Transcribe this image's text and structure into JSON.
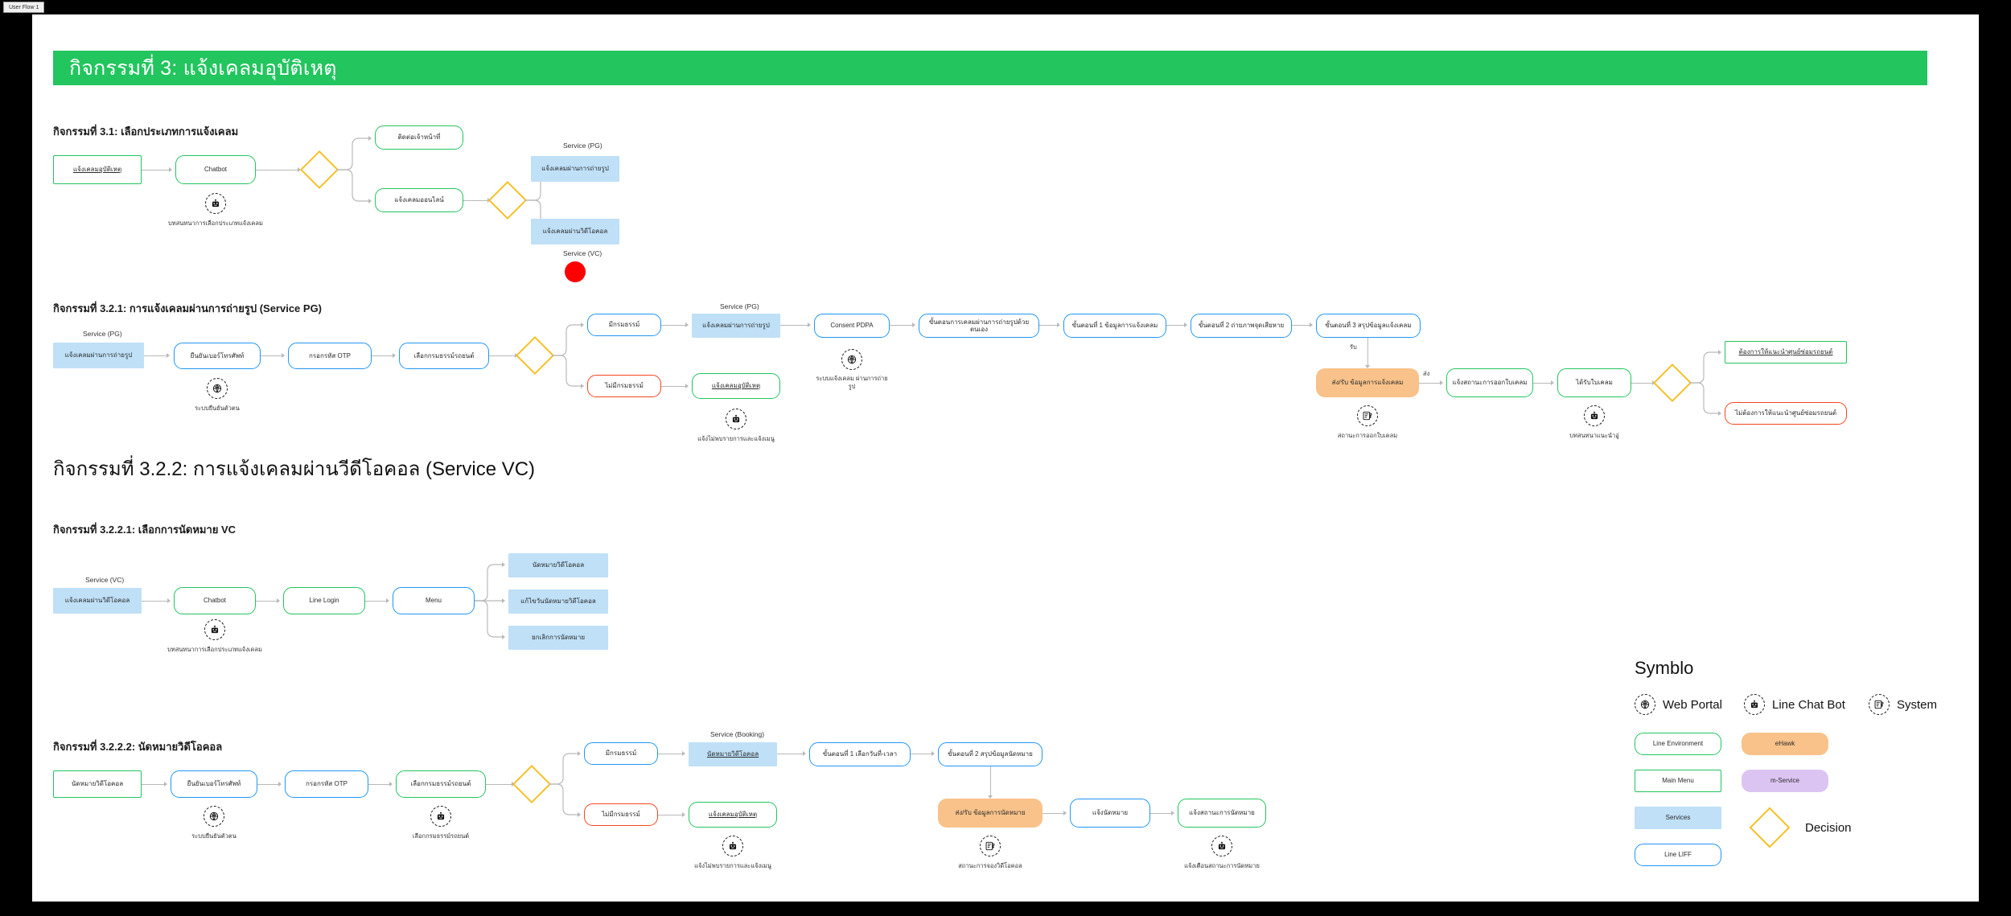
{
  "app": {
    "tab_label": "User Flow 1"
  },
  "header": {
    "title": "กิจกรรมที่ 3: แจ้งเคลมอุบัติเหตุ",
    "bar_color": "#22c55e"
  },
  "sections": {
    "s31": {
      "heading": "กิจกรรมที่ 3.1: เลือกประเภทการแจ้งเคลม",
      "nodes": {
        "start": "แจ้งเคลมอุบัติเหตุ",
        "chatbot": "Chatbot",
        "opt_staff": "ติดต่อเจ้าหน้าที่",
        "opt_online": "แจ้งเคลมออนไลน์",
        "svc_pg": "แจ้งเคลมผ่านการถ่ายรูป",
        "svc_vc": "แจ้งเคลมผ่านวิดีโอคอล"
      },
      "captions": {
        "svc_pg_cap": "Service (PG)",
        "svc_vc_cap": "Service (VC)",
        "chatbot_badge": "บทสนทนาการเลือกประเภทแจ้งเคลม"
      }
    },
    "s321": {
      "heading": "กิจกรรมที่ 3.2.1: การแจ้งเคลมผ่านการถ่ายรูป (Service PG)",
      "nodes": {
        "svc_pg_start": "แจ้งเคลมผ่านการถ่ายรูป",
        "verify_phone": "ยืนยันเบอร์โทรศัพท์",
        "otp": "กรอกรหัส OTP",
        "pick_policy": "เลือกกรมธรรม์รถยนต์",
        "has_policy": "มีกรมธรรม์",
        "no_policy": "ไม่มีกรมธรรม์",
        "svc_pg2": "แจ้งเคลมผ่านการถ่ายรูป",
        "claim_accident": "แจ้งเคลมอุบัติเหตุ",
        "consent": "Consent PDPA",
        "self_steps": "ขั้นตอนการเคลมผ่านการถ่ายรูปด้วยตนเอง",
        "step1": "ขั้นตอนที่ 1 ข้อมูลการแจ้งเคลม",
        "step2": "ขั้นตอนที่ 2 ถ่ายภาพจุดเสียหาย",
        "step3": "ขั้นตอนที่ 3 สรุปข้อมูลแจ้งเคลม",
        "send_recv": "ส่ง/รับ ข้อมูลการแจ้งเคลม",
        "notify_status": "แจ้งสถานะการออกใบเคลม",
        "got_claim": "ได้รับใบเคลม",
        "want_garage": "ต้องการให้แนะนำศูนย์ซ่อมรถยนต์",
        "no_garage": "ไม่ต้องการให้แนะนำศูนย์ซ่อมรถยนต์"
      },
      "captions": {
        "svc_pg_cap": "Service (PG)",
        "svc_pg2_cap": "Service (PG)",
        "verify_badge": "ระบบยืนยันตัวตน",
        "claim_badge": "แจ้งไม่พบรายการและแจ้งเมนู",
        "consent_badge": "ระบบแจ้งเคลม\nผ่านการถ่ายรูป",
        "send_badge": "สถานะการออกใบเคลม",
        "got_badge": "บทสนทนาแนะนำอู่"
      },
      "edge_labels": {
        "recv": "รับ",
        "send": "ส่ง"
      }
    },
    "s322": {
      "heading": "กิจกรรมที่ 3.2.2: การแจ้งเคลมผ่านวีดีโอคอล (Service VC)"
    },
    "s3221": {
      "heading": "กิจกรรมที่ 3.2.2.1: เลือกการนัดหมาย VC",
      "nodes": {
        "svc_vc": "แจ้งเคลมผ่านวิดีโอคอล",
        "chatbot": "Chatbot",
        "line_login": "Line Login",
        "menu": "Menu",
        "m1": "นัดหมายวิดีโอคอล",
        "m2": "แก้ไขวันนัดหมายวิดีโอคอล",
        "m3": "ยกเลิกการนัดหมาย"
      },
      "captions": {
        "svc_vc_cap": "Service (VC)",
        "chatbot_badge": "บทสนทนาการเลือกประเภทแจ้งเคลม"
      }
    },
    "s3222": {
      "heading": "กิจกรรมที่ 3.2.2.2: นัดหมายวิดีโอคอล",
      "nodes": {
        "start": "นัดหมายวิดีโอคอล",
        "verify_phone": "ยืนยันเบอร์โทรศัพท์",
        "otp": "กรอกรหัส OTP",
        "pick_policy": "เลือกกรมธรรม์รถยนต์",
        "has_policy": "มีกรมธรรม์",
        "no_policy": "ไม่มีกรมธรรม์",
        "svc_booking": "นัดหมายวิดีโอคอล",
        "claim_accident": "แจ้งเคลมอุบัติเหตุ",
        "step1": "ขั้นตอนที่ 1 เลือกวันที่-เวลา",
        "step2": "ขั้นตอนที่ 2 สรุปข้อมูลนัดหมาย",
        "send_recv": "ส่ง/รับ ข้อมูลการนัดหมาย",
        "notify_appt": "แจ้งนัดหมาย",
        "notify_status": "แจ้งสถานะการนัดหมาย"
      },
      "captions": {
        "svc_booking_cap": "Service (Booking)",
        "verify_badge": "ระบบยืนยันตัวตน",
        "policy_badge": "เลือกกรมธรรม์รถยนต์",
        "claim_badge": "แจ้งไม่พบรายการและแจ้งเมนู",
        "send_badge": "สถานะการจองวิดีโอคอล",
        "status_badge": "แจ้งเตือนสถานะการนัดหมาย"
      }
    }
  },
  "legend": {
    "title": "Symblo",
    "icons": [
      {
        "name": "web-portal-icon",
        "label": "Web Portal"
      },
      {
        "name": "line-chat-bot-icon",
        "label": "Line Chat Bot"
      },
      {
        "name": "system-icon",
        "label": "System"
      }
    ],
    "chips_left": [
      {
        "label": "Line Environment",
        "style": "n-green"
      },
      {
        "label": "Main Menu",
        "style": "n-greenr"
      },
      {
        "label": "Services",
        "style": "n-svc"
      },
      {
        "label": "Line LIFF",
        "style": "n-blue"
      }
    ],
    "chips_right": [
      {
        "label": "eHawk",
        "style": "n-orange"
      },
      {
        "label": "m-Service",
        "style": "n-purple"
      }
    ],
    "decision_label": "Decision"
  },
  "colors": {
    "green": "#22c55e",
    "blue": "#2196f3",
    "red": "#f4451f",
    "yellow": "#f6c026",
    "service_blue": "#bfe0f7",
    "ehawk_orange": "#f8c28a",
    "mservice_purple": "#dcc4f2",
    "cursor_red": "#fe0000"
  }
}
